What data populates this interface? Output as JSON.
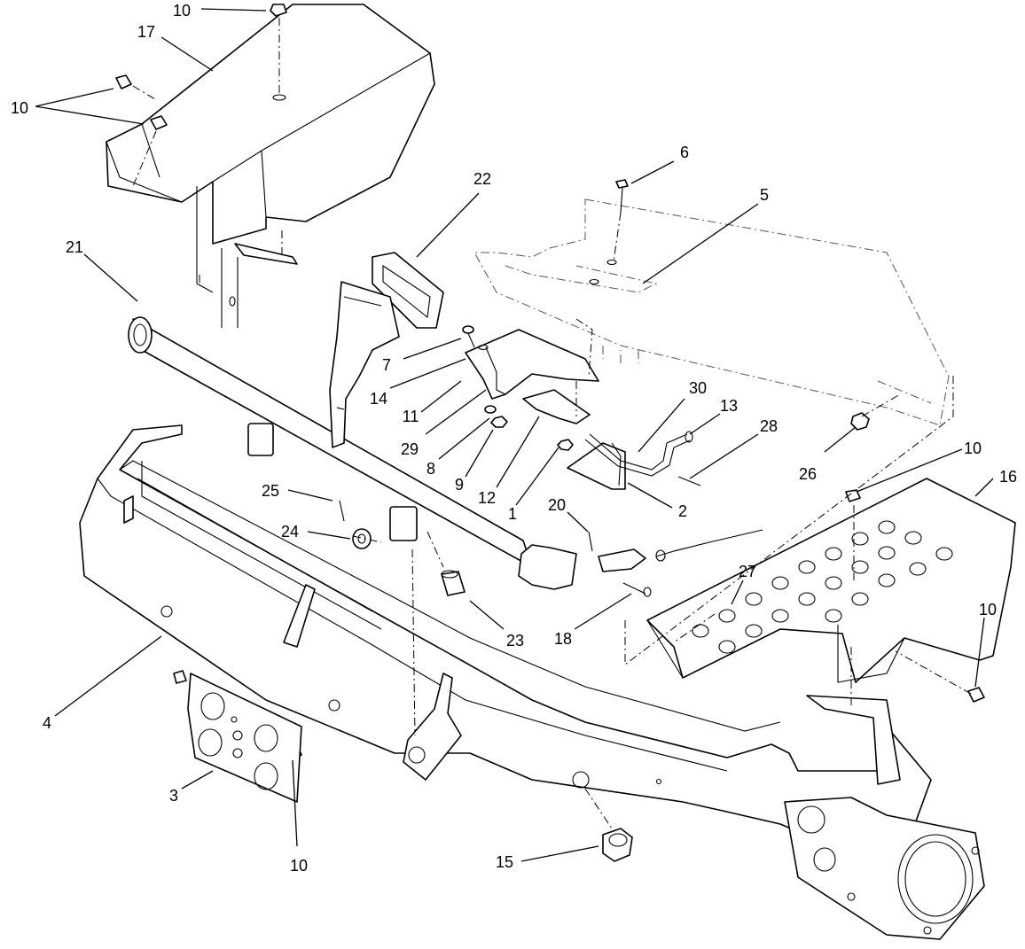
{
  "diagram": {
    "callouts": [
      {
        "id": "c10a",
        "label": "10"
      },
      {
        "id": "c17",
        "label": "17"
      },
      {
        "id": "c10b",
        "label": "10"
      },
      {
        "id": "c6",
        "label": "6"
      },
      {
        "id": "c5",
        "label": "5"
      },
      {
        "id": "c22",
        "label": "22"
      },
      {
        "id": "c21",
        "label": "21"
      },
      {
        "id": "c7",
        "label": "7"
      },
      {
        "id": "c14",
        "label": "14"
      },
      {
        "id": "c11",
        "label": "11"
      },
      {
        "id": "c29",
        "label": "29"
      },
      {
        "id": "c8",
        "label": "8"
      },
      {
        "id": "c9",
        "label": "9"
      },
      {
        "id": "c12",
        "label": "12"
      },
      {
        "id": "c1",
        "label": "1"
      },
      {
        "id": "c30",
        "label": "30"
      },
      {
        "id": "c13",
        "label": "13"
      },
      {
        "id": "c28",
        "label": "28"
      },
      {
        "id": "c26",
        "label": "26"
      },
      {
        "id": "c2",
        "label": "2"
      },
      {
        "id": "c10c",
        "label": "10"
      },
      {
        "id": "c16",
        "label": "16"
      },
      {
        "id": "c25",
        "label": "25"
      },
      {
        "id": "c24",
        "label": "24"
      },
      {
        "id": "c20",
        "label": "20"
      },
      {
        "id": "c27",
        "label": "27"
      },
      {
        "id": "c10d",
        "label": "10"
      },
      {
        "id": "c23",
        "label": "23"
      },
      {
        "id": "c18",
        "label": "18"
      },
      {
        "id": "c4",
        "label": "4"
      },
      {
        "id": "c3",
        "label": "3"
      },
      {
        "id": "c10e",
        "label": "10"
      },
      {
        "id": "c15",
        "label": "15"
      }
    ]
  }
}
